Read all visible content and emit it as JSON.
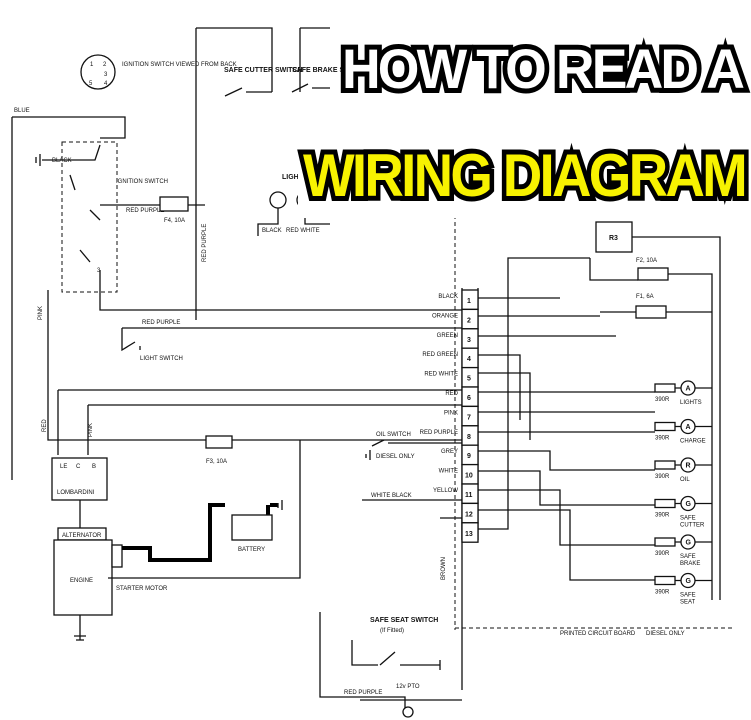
{
  "title": {
    "line1": "HOW TO READ A",
    "line2": "WIRING DIAGRAM",
    "line1_color": "#ffffff",
    "line2_color": "#f7f200",
    "outline_color": "#000000"
  },
  "labels": {
    "ignition_switch_back": "IGNITION SWITCH VIEWED FROM BACK",
    "sw_1": "1",
    "sw_2": "2",
    "sw_3": "3",
    "sw_4": "4",
    "sw_5": "5",
    "blue": "BLUE",
    "black_left": "BLACK",
    "ignition_switch": "IGNITION SWITCH",
    "safe_cutter_switch": "SAFE CUTTER SWITCH",
    "safe_brake_switch": "SAFE BRAKE SWITCH",
    "red_purple_top": "RED PURPLE",
    "fuse_f4": "F4, 10A",
    "red_purple_vert": "RED PURPLE",
    "lights": "LIGHTS",
    "black_lights": "BLACK",
    "red_white_lights": "RED WHITE",
    "pink": "PINK",
    "red_purple_mid": "RED PURPLE",
    "light_switch": "LIGHT SWITCH",
    "red": "RED",
    "pink_small": "PINK",
    "fuse_f3": "F3, 10A",
    "lombardini": "LOMBARDINI",
    "le": "LE",
    "c": "C",
    "b": "B",
    "alternator": "ALTERNATOR",
    "engine": "ENGINE",
    "starter_motor": "STARTER MOTOR",
    "battery": "BATTERY",
    "oil_switch": "OIL SWITCH",
    "diesel_only_oil": "DIESEL ONLY",
    "white_black": "WHITE BLACK",
    "brown": "BROWN",
    "safe_seat_switch": "SAFE SEAT SWITCH",
    "if_fitted": "(If Fitted)",
    "red_purple_bottom": "RED PURPLE",
    "pto": "12v PTO",
    "relay_r3": "R3",
    "fuse_f2": "F2, 10A",
    "fuse_f1": "F1, 6A",
    "printed_circuit_board": "PRINTED CIRCUIT BOARD",
    "diesel_only_pcb": "DIESEL ONLY"
  },
  "terminals": [
    {
      "num": "1",
      "wire": "BLACK"
    },
    {
      "num": "2",
      "wire": "ORANGE"
    },
    {
      "num": "3",
      "wire": "GREEN"
    },
    {
      "num": "4",
      "wire": "RED GREEN"
    },
    {
      "num": "5",
      "wire": "RED WHITE"
    },
    {
      "num": "6",
      "wire": "RED"
    },
    {
      "num": "7",
      "wire": "PINK"
    },
    {
      "num": "8",
      "wire": "RED PURPLE"
    },
    {
      "num": "9",
      "wire": "GREY"
    },
    {
      "num": "10",
      "wire": "WHITE"
    },
    {
      "num": "11",
      "wire": "YELLOW"
    },
    {
      "num": "12",
      "wire": ""
    },
    {
      "num": "13",
      "wire": ""
    }
  ],
  "indicators": [
    {
      "resistor": "390R",
      "letter": "A",
      "name": "LIGHTS"
    },
    {
      "resistor": "390R",
      "letter": "A",
      "name": "CHARGE"
    },
    {
      "resistor": "390R",
      "letter": "R",
      "name": "OIL"
    },
    {
      "resistor": "390R",
      "letter": "G",
      "name": "SAFE CUTTER"
    },
    {
      "resistor": "390R",
      "letter": "G",
      "name": "SAFE BRAKE"
    },
    {
      "resistor": "390R",
      "letter": "G",
      "name": "SAFE SEAT"
    }
  ]
}
